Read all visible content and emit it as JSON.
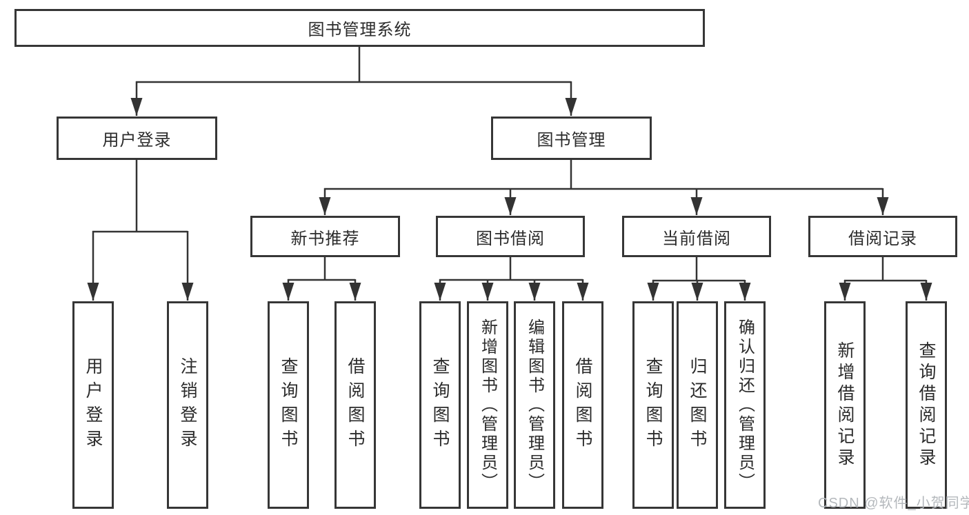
{
  "diagram": {
    "root": {
      "label": "图书管理系统"
    },
    "level1": [
      {
        "label": "用户登录"
      },
      {
        "label": "图书管理"
      }
    ],
    "level2": [
      {
        "label": "新书推荐"
      },
      {
        "label": "图书借阅"
      },
      {
        "label": "当前借阅"
      },
      {
        "label": "借阅记录"
      }
    ],
    "leaves": {
      "user_login": [
        {
          "label": "用户登录"
        },
        {
          "label": "注销登录"
        }
      ],
      "new_book_recommend": [
        {
          "label": "查询图书"
        },
        {
          "label": "借阅图书"
        }
      ],
      "book_borrow": [
        {
          "label": "查询图书"
        },
        {
          "label": "新增图书（管理员）"
        },
        {
          "label": "编辑图书（管理员）"
        },
        {
          "label": "借阅图书"
        }
      ],
      "current_borrow": [
        {
          "label": "查询图书"
        },
        {
          "label": "归还图书"
        },
        {
          "label": "确认归还（管理员）"
        }
      ],
      "borrow_records": [
        {
          "label": "新增借阅记录"
        },
        {
          "label": "查询借阅记录"
        }
      ]
    },
    "watermark": "CSDN @软件_小贺同学",
    "colors": {
      "line": "#333333",
      "border": "#363636",
      "text": "#2b2b2b",
      "background": "#ffffff",
      "watermark": "#b4b8bc"
    }
  }
}
